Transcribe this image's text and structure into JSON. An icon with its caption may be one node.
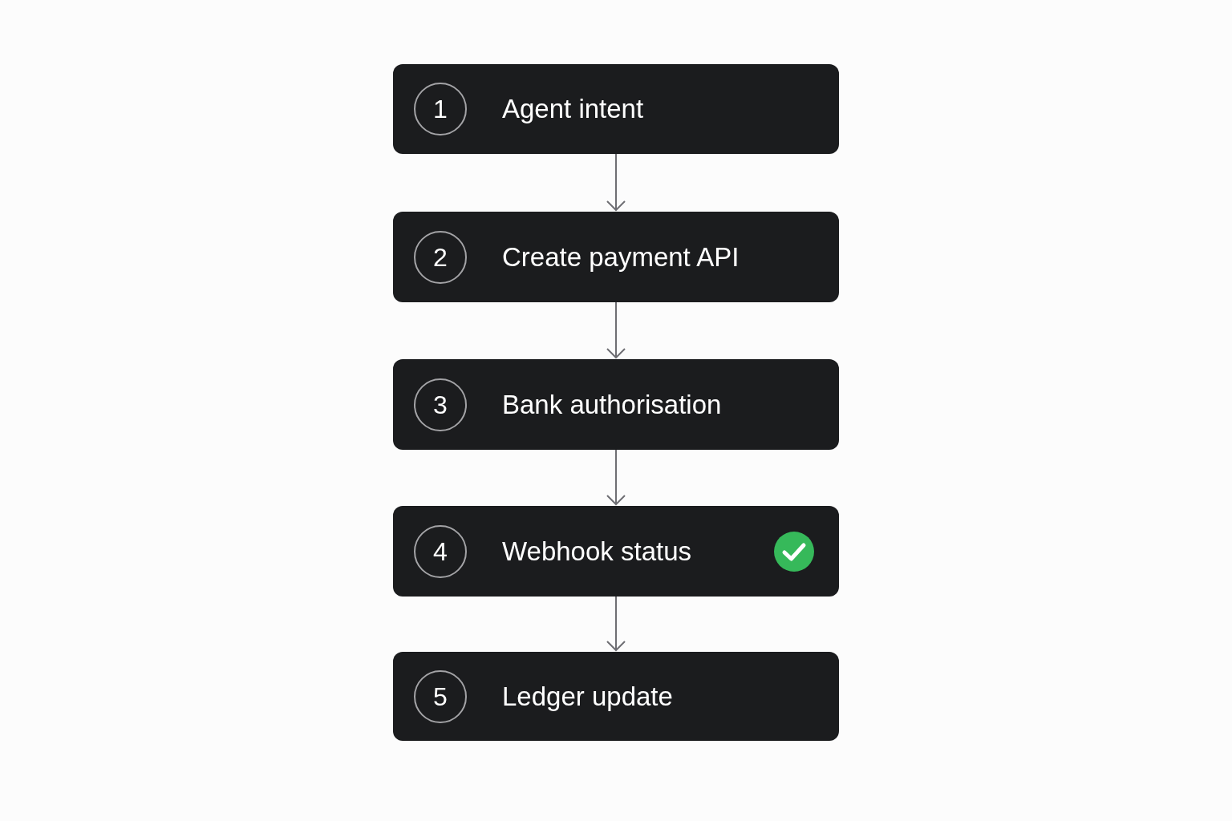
{
  "diagram": {
    "nodes": [
      {
        "text": [
          "Agent intent"
        ]
      },
      {
        "text": [
          "1"
        ],
        "in": 0
      },
      {
        "text": [
          "Create payment API"
        ]
      },
      {
        "text": [
          "2"
        ],
        "in": 2
      },
      {
        "text": [
          "Bank authorisation"
        ]
      },
      {
        "text": [
          "3"
        ],
        "in": 4
      },
      {
        "text": [
          "Webhook status"
        ]
      },
      {
        "text": [
          "4"
        ],
        "in": 6
      },
      {
        "text": [
          "Ledger update"
        ]
      },
      {
        "text": [
          "5"
        ],
        "in": 8
      }
    ],
    "edges": [
      {
        "from": 0,
        "to": 2,
        "arrow": "to"
      },
      {
        "from": 2,
        "to": 4,
        "arrow": "to"
      },
      {
        "from": 4,
        "to": 6,
        "arrow": "to"
      },
      {
        "from": 6,
        "to": 8,
        "arrow": "to"
      }
    ]
  }
}
